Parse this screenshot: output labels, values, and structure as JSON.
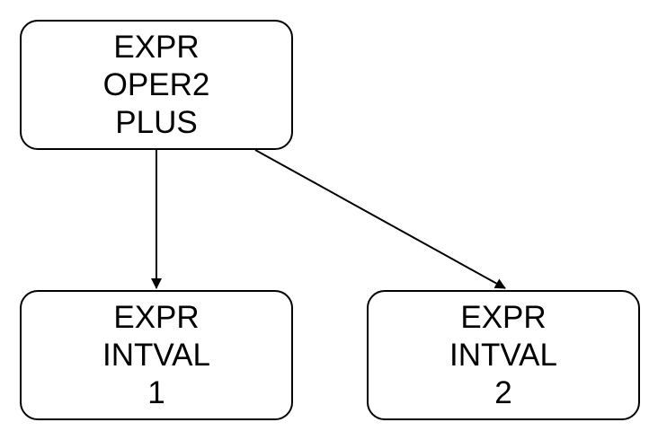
{
  "diagram": {
    "nodes": {
      "root": {
        "lines": [
          "EXPR",
          "OPER2",
          "PLUS"
        ]
      },
      "left": {
        "lines": [
          "EXPR",
          "INTVAL",
          "1"
        ]
      },
      "right": {
        "lines": [
          "EXPR",
          "INTVAL",
          "2"
        ]
      }
    },
    "edges": [
      {
        "from": "root",
        "to": "left"
      },
      {
        "from": "root",
        "to": "right"
      }
    ]
  }
}
